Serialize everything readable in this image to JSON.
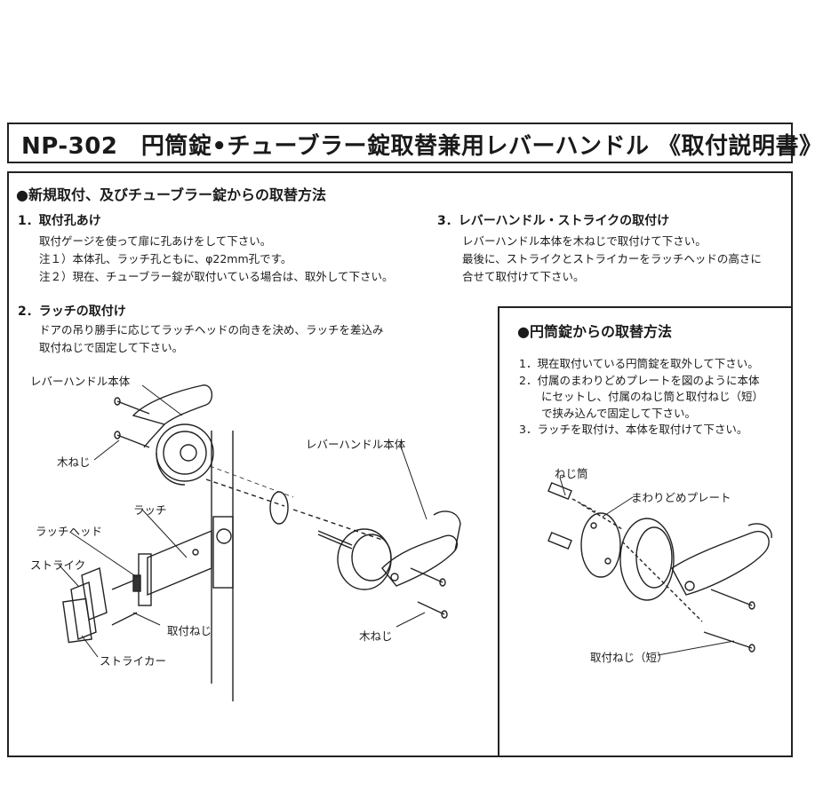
{
  "title": "NP-302　円筒錠•チューブラー錠取替兼用レバーハンドル 《取付説明書》",
  "main": {
    "heading": "●新規取付、及びチューブラー錠からの取替方法",
    "step1": {
      "title": "1．取付孔あけ",
      "lines": [
        "取付ゲージを使って扉に孔あけをして下さい。",
        "注１）本体孔、ラッチ孔ともに、φ22mm孔です。",
        "注２）現在、チューブラー錠が取付いている場合は、取外して下さい。"
      ]
    },
    "step2": {
      "title": "2．ラッチの取付け",
      "lines": [
        "ドアの吊り勝手に応じてラッチヘッドの向きを決め、ラッチを差込み",
        "取付ねじで固定して下さい。"
      ]
    },
    "step3": {
      "title": "3．レバーハンドル・ストライクの取付け",
      "lines": [
        "レバーハンドル本体を木ねじで取付けて下さい。",
        "最後に、ストライクとストライカーをラッチヘッドの高さに",
        "合せて取付けて下さい。"
      ]
    },
    "labels": {
      "lever_body_left": "レバーハンドル本体",
      "wood_screw_left": "木ねじ",
      "latch": "ラッチ",
      "latch_head": "ラッチヘッド",
      "strike": "ストライク",
      "mount_screw": "取付ねじ",
      "striker": "ストライカー",
      "lever_body_right": "レバーハンドル本体",
      "wood_screw_right": "木ねじ"
    }
  },
  "side": {
    "heading": "●円筒錠からの取替方法",
    "lines": [
      "1．現在取付いている円筒錠を取外して下さい。",
      "2．付属のまわりどめプレートを図のように本体",
      "　　にセットし、付属のねじ筒と取付ねじ（短）",
      "　　で挟み込んで固定して下さい。",
      "3．ラッチを取付け、本体を取付けて下さい。"
    ],
    "labels": {
      "screw_tube": "ねじ筒",
      "anti_rotation_plate": "まわりどめプレート",
      "mount_screw_short": "取付ねじ（短）"
    }
  }
}
